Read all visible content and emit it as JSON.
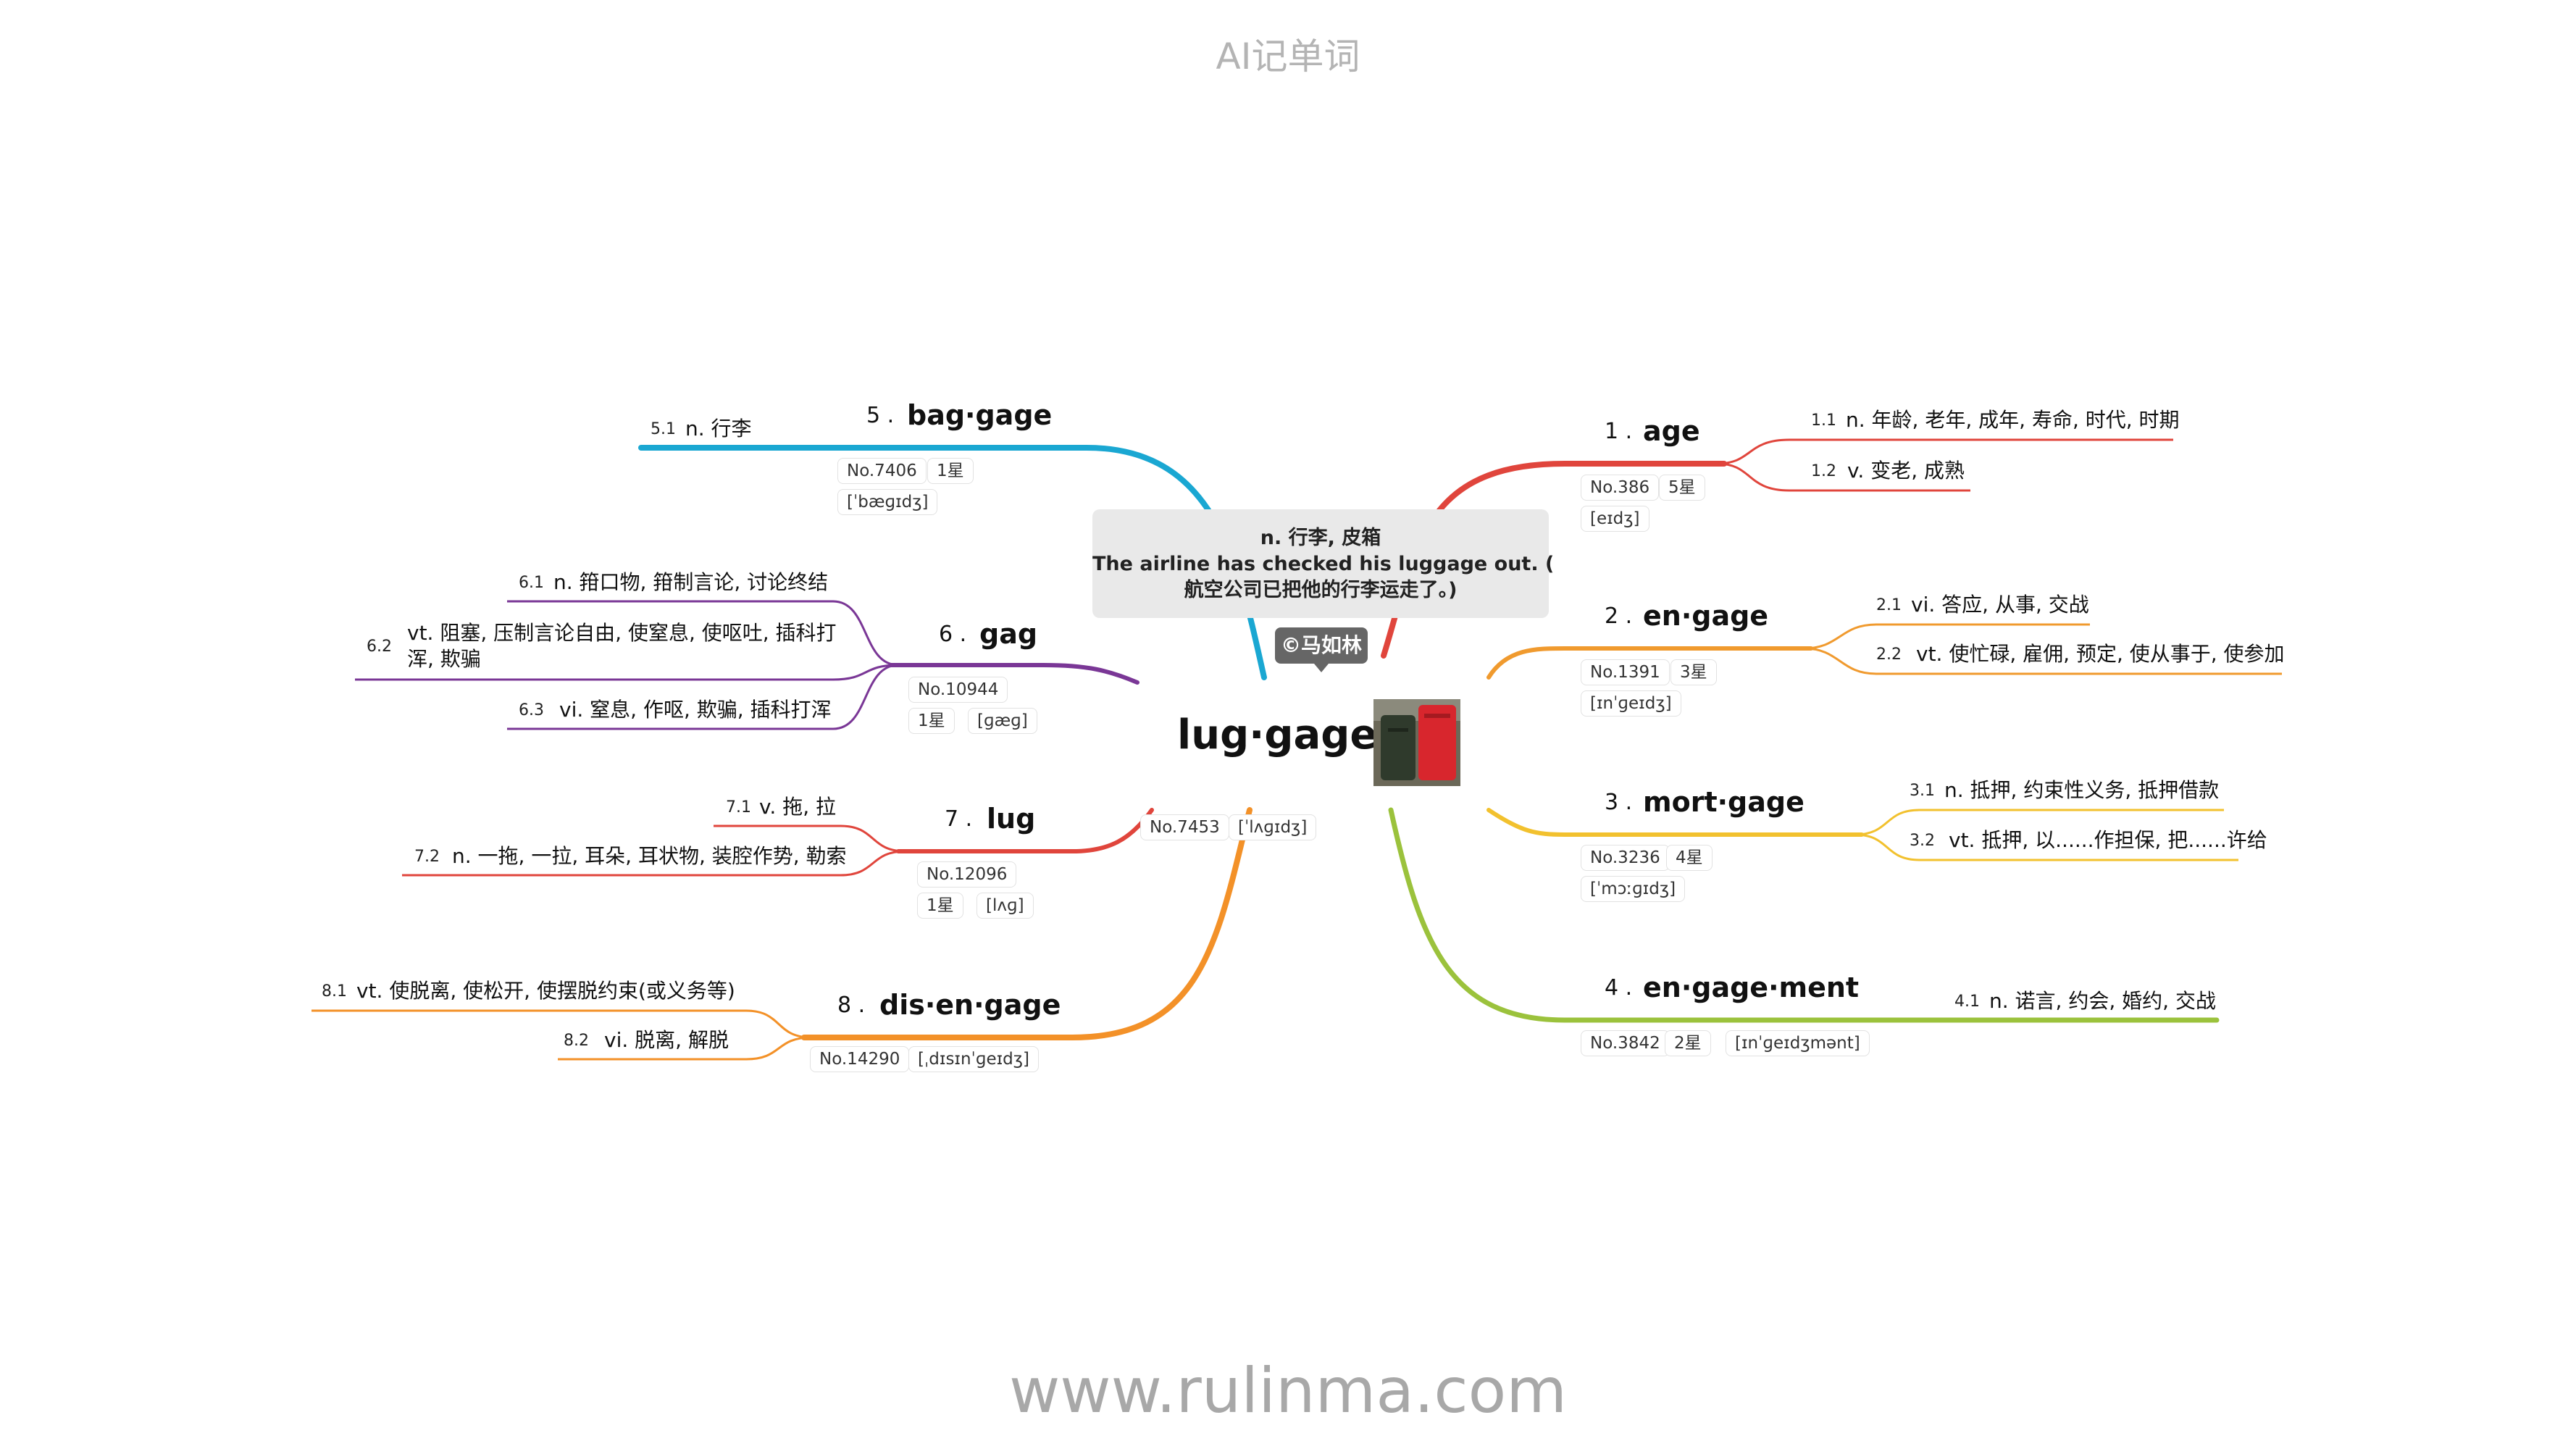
{
  "header": {
    "title": "AI记单词"
  },
  "footer": {
    "url": "www.rulinma.com"
  },
  "center": {
    "word": "lug·gage",
    "number": "No.7453",
    "phonetic": "[ˈlʌɡɪdʒ]",
    "tooltip_line1": "n. 行李, 皮箱",
    "tooltip_line2": "The airline has checked his luggage out. (",
    "tooltip_line3": "航空公司已把他的行李运走了。)",
    "copyright": "©马如林"
  },
  "colors": {
    "red": "#e0453c",
    "orange": "#f09a2e",
    "yellow": "#f2c12e",
    "green": "#9bc23c",
    "blue": "#1aa7d2",
    "purple": "#7a3796",
    "orange2": "#f39128"
  },
  "branches": [
    {
      "index": "1 .",
      "word": "age",
      "no": "No.386",
      "stars": "5星",
      "phonetic": "[eɪdʒ]",
      "definitions": [
        {
          "num": "1.1",
          "text": "n. 年龄, 老年, 成年, 寿命, 时代, 时期"
        },
        {
          "num": "1.2",
          "text": "v. 变老, 成熟"
        }
      ]
    },
    {
      "index": "2 .",
      "word": "en·gage",
      "no": "No.1391",
      "stars": "3星",
      "phonetic": "[ɪnˈɡeɪdʒ]",
      "definitions": [
        {
          "num": "2.1",
          "text": "vi. 答应, 从事, 交战"
        },
        {
          "num": "2.2",
          "text": "vt. 使忙碌, 雇佣, 预定, 使从事于, 使参加"
        }
      ]
    },
    {
      "index": "3 .",
      "word": "mort·gage",
      "no": "No.3236",
      "stars": "4星",
      "phonetic": "[ˈmɔːɡɪdʒ]",
      "definitions": [
        {
          "num": "3.1",
          "text": "n. 抵押, 约束性义务, 抵押借款"
        },
        {
          "num": "3.2",
          "text": "vt. 抵押, 以......作担保, 把......许给"
        }
      ]
    },
    {
      "index": "4 .",
      "word": "en·gage·ment",
      "no": "No.3842",
      "stars": "2星",
      "phonetic": "[ɪnˈɡeɪdʒmənt]",
      "definitions": [
        {
          "num": "4.1",
          "text": "n. 诺言, 约会, 婚约, 交战"
        }
      ]
    },
    {
      "index": "5 .",
      "word": "bag·gage",
      "no": "No.7406",
      "stars": "1星",
      "phonetic": "[ˈbæɡɪdʒ]",
      "definitions": [
        {
          "num": "5.1",
          "text": "n. 行李"
        }
      ]
    },
    {
      "index": "6 .",
      "word": "gag",
      "no": "No.10944",
      "stars": "1星",
      "phonetic": "[ɡæɡ]",
      "definitions": [
        {
          "num": "6.1",
          "text": "n. 箝口物, 箝制言论, 讨论终结"
        },
        {
          "num": "6.2",
          "text_line1": "vt. 阻塞, 压制言论自由, 使窒息, 使呕吐, 插科打",
          "text_line2": "浑, 欺骗"
        },
        {
          "num": "6.3",
          "text": "vi. 窒息, 作呕, 欺骗, 插科打浑"
        }
      ]
    },
    {
      "index": "7 .",
      "word": "lug",
      "no": "No.12096",
      "stars": "1星",
      "phonetic": "[lʌɡ]",
      "definitions": [
        {
          "num": "7.1",
          "text": "v. 拖, 拉"
        },
        {
          "num": "7.2",
          "text": "n. 一拖, 一拉, 耳朵, 耳状物, 装腔作势, 勒索"
        }
      ]
    },
    {
      "index": "8 .",
      "word": "dis·en·gage",
      "no": "No.14290",
      "phonetic": "[ˌdɪsɪnˈɡeɪdʒ]",
      "definitions": [
        {
          "num": "8.1",
          "text": "vt. 使脱离, 使松开, 使摆脱约束(或义务等)"
        },
        {
          "num": "8.2",
          "text": "vi. 脱离, 解脱"
        }
      ]
    }
  ]
}
